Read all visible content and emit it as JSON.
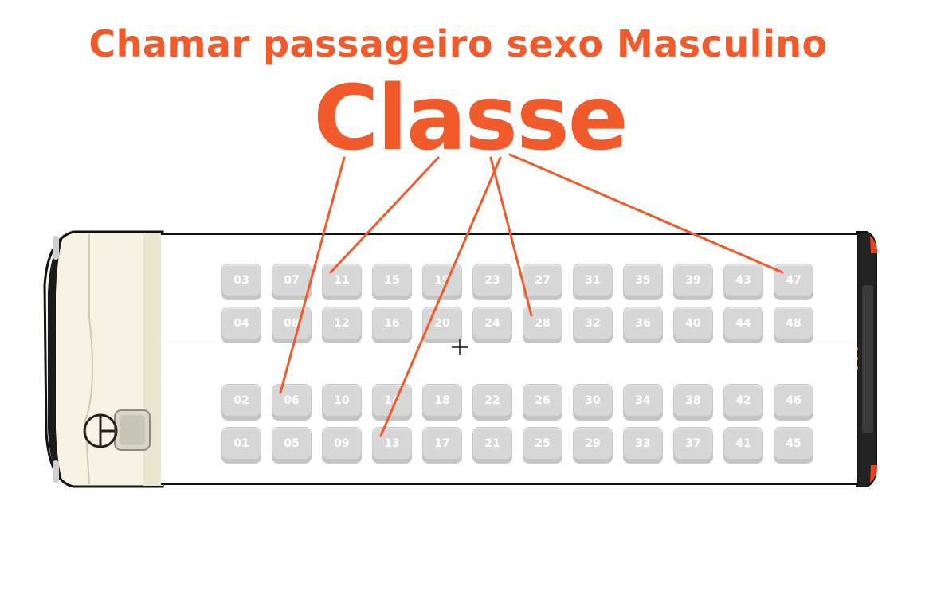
{
  "title": "Chamar passageiro sexo Masculino",
  "subtitle": "Classe",
  "accent_color": "#f15a2b",
  "seat_rows": [
    [
      "03",
      "07",
      "11",
      "15",
      "19",
      "23",
      "27",
      "31",
      "35",
      "39",
      "43",
      "47"
    ],
    [
      "04",
      "08",
      "12",
      "16",
      "20",
      "24",
      "28",
      "32",
      "36",
      "40",
      "44",
      "48"
    ],
    [
      "02",
      "06",
      "10",
      "14",
      "18",
      "22",
      "26",
      "30",
      "34",
      "38",
      "42",
      "46"
    ],
    [
      "01",
      "05",
      "09",
      "13",
      "17",
      "21",
      "25",
      "29",
      "33",
      "37",
      "41",
      "45"
    ]
  ],
  "highlighted_seats": [
    "06",
    "11",
    "13",
    "28",
    "47"
  ],
  "icons": [
    "steering-wheel-icon",
    "crosshair-cursor-icon"
  ]
}
